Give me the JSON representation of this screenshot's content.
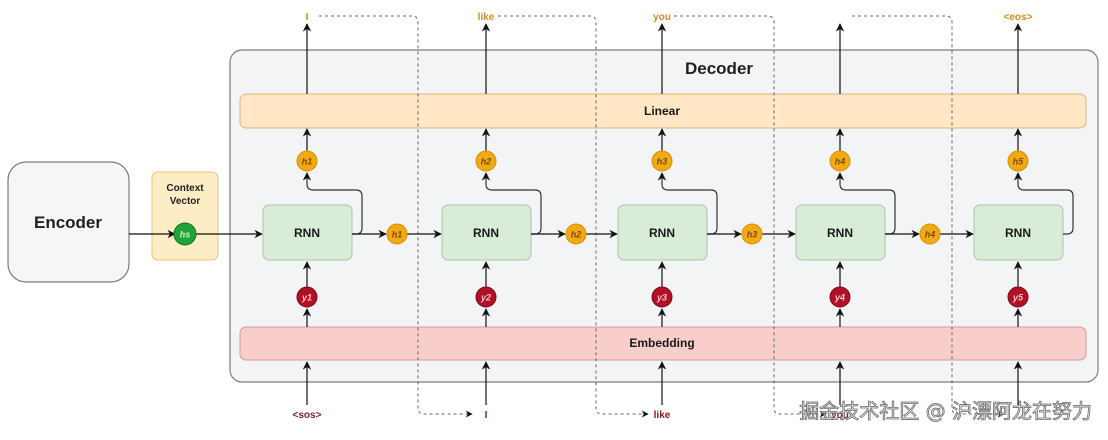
{
  "encoder": {
    "label": "Encoder"
  },
  "context_vector": {
    "label_line1": "Context",
    "label_line2": "Vector",
    "state": "hs"
  },
  "decoder": {
    "title": "Decoder",
    "linear_label": "Linear",
    "embedding_label": "Embedding",
    "rnn_label": "RNN",
    "steps": [
      {
        "output_token": "I",
        "input_token": "<sos>",
        "out_state": "h1",
        "hidden_state": "h1",
        "input_vec": "y1"
      },
      {
        "output_token": "like",
        "input_token": "I",
        "out_state": "h2",
        "hidden_state": "h2",
        "input_vec": "y2"
      },
      {
        "output_token": "you",
        "input_token": "like",
        "out_state": "h3",
        "hidden_state": "h3",
        "input_vec": "y3"
      },
      {
        "output_token": "",
        "input_token": "you",
        "out_state": "h4",
        "hidden_state": "h4",
        "input_vec": "y4"
      },
      {
        "output_token": "<eos>",
        "input_token": "",
        "out_state": "h5",
        "hidden_state": "",
        "input_vec": "y5"
      }
    ]
  },
  "colors": {
    "encoder_fill": "#f5f6f8",
    "context_fill": "#fdedc5",
    "context_circle": "#22a33a",
    "decoder_fill": "#f3f4f6",
    "linear_fill": "#ffe6c4",
    "embedding_fill": "#f8cdcb",
    "rnn_fill": "#d9ecd8",
    "h_circle": "#f3a914",
    "y_circle": "#b31028",
    "output_token": "#d38a1e",
    "input_token": "#8b1a2b"
  },
  "watermark": "掘金技术社区 @ 沪漂阿龙在努力"
}
